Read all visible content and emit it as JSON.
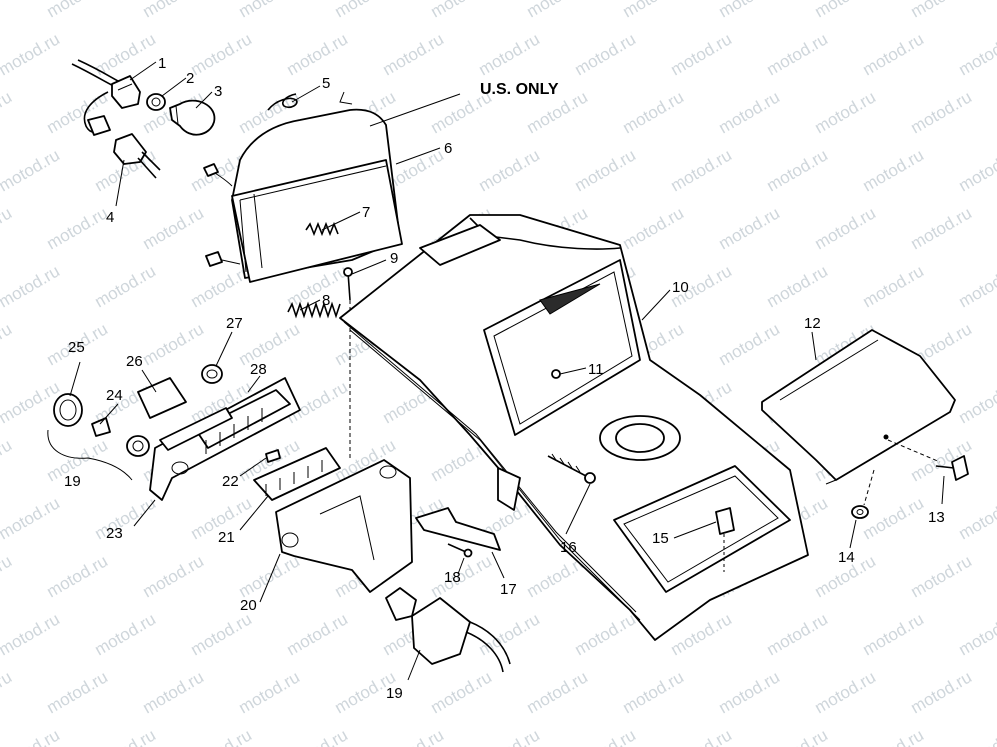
{
  "watermark": {
    "text": "motod.ru",
    "color": "#cfd6db"
  },
  "note": "U.S. ONLY",
  "callouts": [
    {
      "id": "1",
      "text": "1"
    },
    {
      "id": "2",
      "text": "2"
    },
    {
      "id": "3",
      "text": "3"
    },
    {
      "id": "4",
      "text": "4"
    },
    {
      "id": "5",
      "text": "5"
    },
    {
      "id": "6",
      "text": "6"
    },
    {
      "id": "7",
      "text": "7"
    },
    {
      "id": "8",
      "text": "8"
    },
    {
      "id": "9",
      "text": "9"
    },
    {
      "id": "10",
      "text": "10"
    },
    {
      "id": "11",
      "text": "11"
    },
    {
      "id": "12",
      "text": "12"
    },
    {
      "id": "13",
      "text": "13"
    },
    {
      "id": "14",
      "text": "14"
    },
    {
      "id": "15",
      "text": "15"
    },
    {
      "id": "16",
      "text": "16"
    },
    {
      "id": "17",
      "text": "17"
    },
    {
      "id": "18",
      "text": "18"
    },
    {
      "id": "19a",
      "text": "19"
    },
    {
      "id": "19b",
      "text": "19"
    },
    {
      "id": "20",
      "text": "20"
    },
    {
      "id": "21",
      "text": "21"
    },
    {
      "id": "22",
      "text": "22"
    },
    {
      "id": "23",
      "text": "23"
    },
    {
      "id": "24",
      "text": "24"
    },
    {
      "id": "25",
      "text": "25"
    },
    {
      "id": "26",
      "text": "26"
    },
    {
      "id": "27",
      "text": "27"
    },
    {
      "id": "28",
      "text": "28"
    }
  ]
}
